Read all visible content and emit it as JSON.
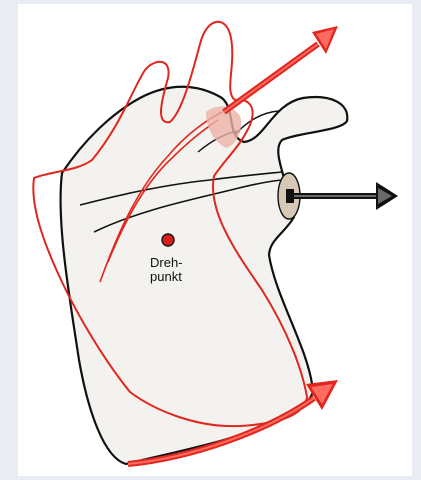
{
  "diagram": {
    "pivot_label_line1": "Dreh-",
    "pivot_label_line2": "punkt",
    "colors": {
      "background": "#e9edf3",
      "paper": "#ffffff",
      "outline_black": "#111111",
      "outline_red": "#e0261e",
      "pivot_dot": "#d81e1e",
      "bone_fill": "#f4f2ee",
      "socket_fill": "#d8c9b6",
      "contact_fill": "#ebb1a6"
    },
    "icons": [
      "rotation-arrow-up-right",
      "push-arrow-right",
      "rotation-arrow-bottom"
    ]
  }
}
